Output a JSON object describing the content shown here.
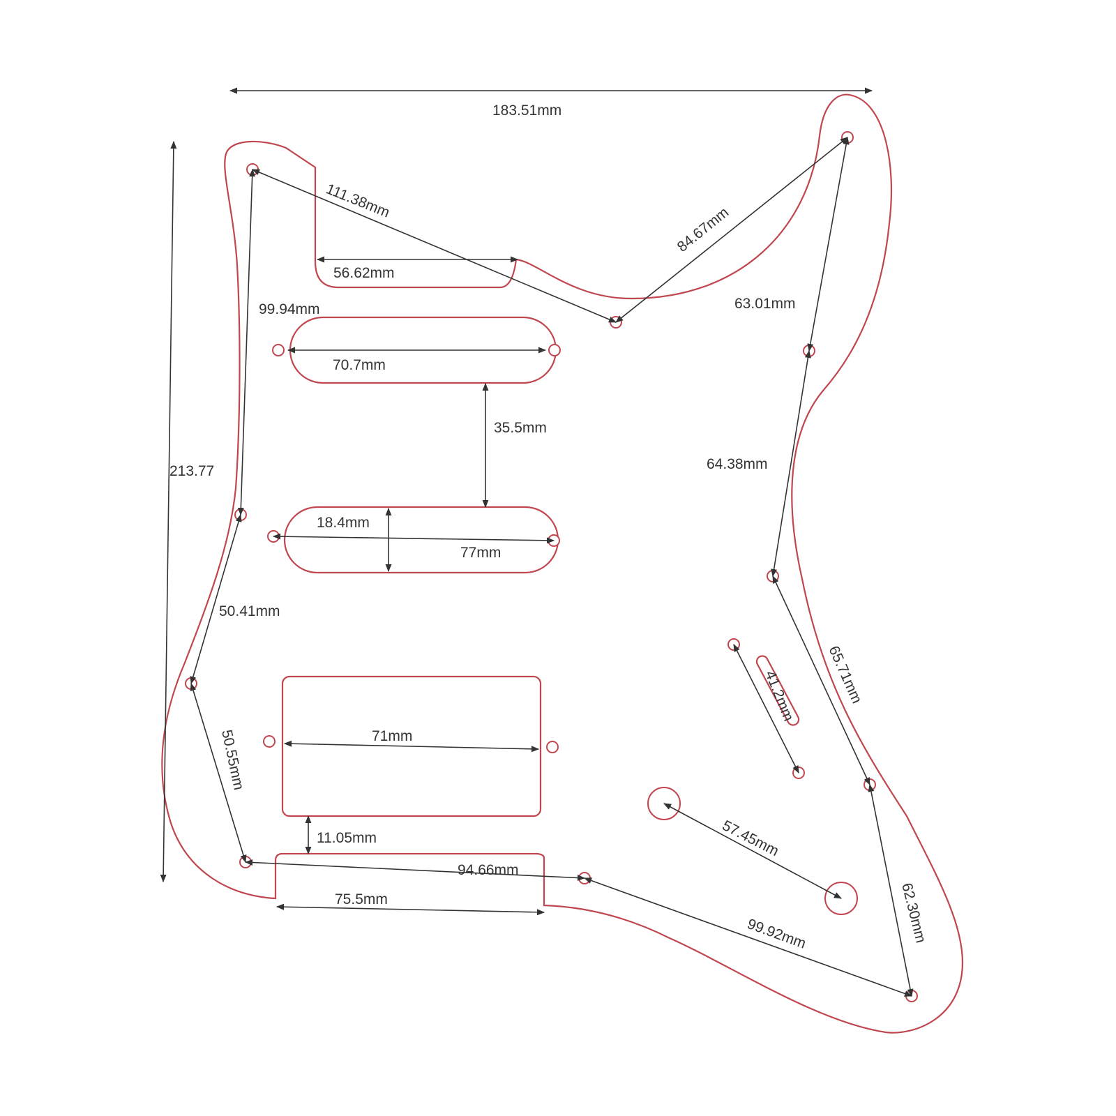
{
  "colors": {
    "outline": "#c0474f",
    "dimension": "#333333",
    "background": "#ffffff"
  },
  "dimensions": {
    "overall_width": "183.51mm",
    "overall_height": "213.77",
    "top_left_to_neck_screw": "111.38mm",
    "neck_screw_to_top_right": "84.67mm",
    "neck_cutout_width": "56.62mm",
    "top_right_to_right_screw": "63.01mm",
    "left_edge_label": "99.94mm",
    "neck_pickup_length": "70.7mm",
    "pickup_spacing": "35.5mm",
    "right_screw_span": "64.38mm",
    "middle_pickup_width": "18.4mm",
    "middle_pickup_length": "77mm",
    "left_screw_span_upper": "50.41mm",
    "switch_slot_length": "41.2mm",
    "lower_right_span": "65.71mm",
    "humbucker_length": "71mm",
    "left_screw_span_lower": "50.55mm",
    "humbucker_to_bottom": "11.05mm",
    "control_span": "57.45mm",
    "bottom_screw_span": "94.66mm",
    "bottom_cutout_width": "75.5mm",
    "bottom_right_span": "99.92mm",
    "right_bottom_span": "62.30mm"
  }
}
